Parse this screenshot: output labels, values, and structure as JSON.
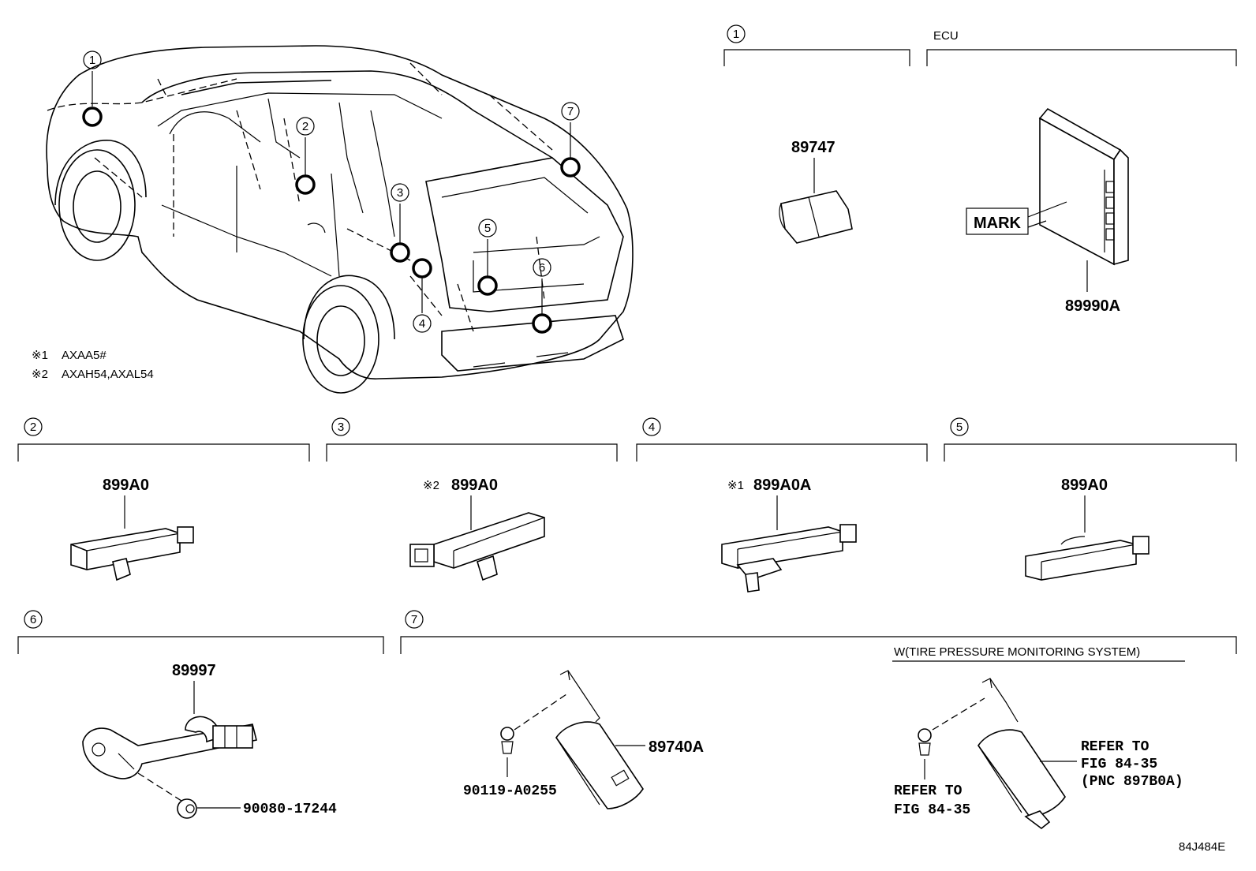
{
  "diagram_code": "84J484E",
  "notes": [
    {
      "mark": "※1",
      "text": "AXAA5#"
    },
    {
      "mark": "※2",
      "text": "AXAH54,AXAL54"
    }
  ],
  "locations": [
    "1",
    "2",
    "3",
    "4",
    "5",
    "6",
    "7"
  ],
  "groups": {
    "g1": {
      "number": "1",
      "part": "89747"
    },
    "ecu": {
      "label": "ECU",
      "part": "89990A",
      "mark_label": "MARK"
    },
    "g2": {
      "number": "2",
      "part": "899A0"
    },
    "g3": {
      "number": "3",
      "note": "※2",
      "part": "899A0"
    },
    "g4": {
      "number": "4",
      "note": "※1",
      "part": "899A0A"
    },
    "g5": {
      "number": "5",
      "part": "899A0"
    },
    "g6": {
      "number": "6",
      "part": "89997",
      "fastener": "90080-17244"
    },
    "g7": {
      "number": "7",
      "part": "89740A",
      "screw": "90119-A0255",
      "option_label": "W(TIRE PRESSURE MONITORING SYSTEM)",
      "refer_a": [
        "REFER TO",
        "FIG 84-35"
      ],
      "refer_b": [
        "REFER TO",
        "FIG 84-35",
        "(PNC 897B0A)"
      ]
    }
  }
}
